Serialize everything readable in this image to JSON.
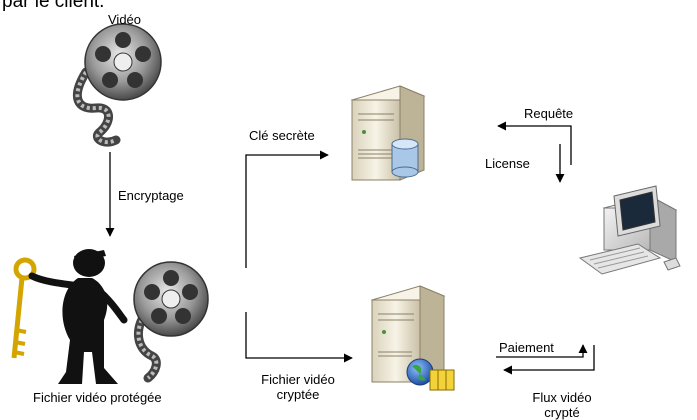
{
  "header": {
    "cut_text": "par le client."
  },
  "labels": {
    "video": "Vidéo",
    "encryptage": "Encryptage",
    "fichier_protege": "Fichier vidéo protégée",
    "cle_secrete": "Clé secrète",
    "fichier_crypte_line1": "Fichier vidéo",
    "fichier_crypte_line2": "cryptée",
    "requete": "Requête",
    "license": "License",
    "paiement": "Paiement",
    "flux_line1": "Flux vidéo",
    "flux_line2": "crypté"
  },
  "icons": {
    "top_reel": "film-reel-icon",
    "bottom_reel": "film-reel-icon",
    "key_person": "key-person-icon",
    "license_server": "database-server-icon",
    "web_server": "web-server-icon",
    "client": "desktop-computer-icon"
  },
  "colors": {
    "arrow": "#000000",
    "key": "#e6b800",
    "server_body": "#efe9d6",
    "db": "#a9c7e6",
    "globe": "#2e6ec6"
  }
}
